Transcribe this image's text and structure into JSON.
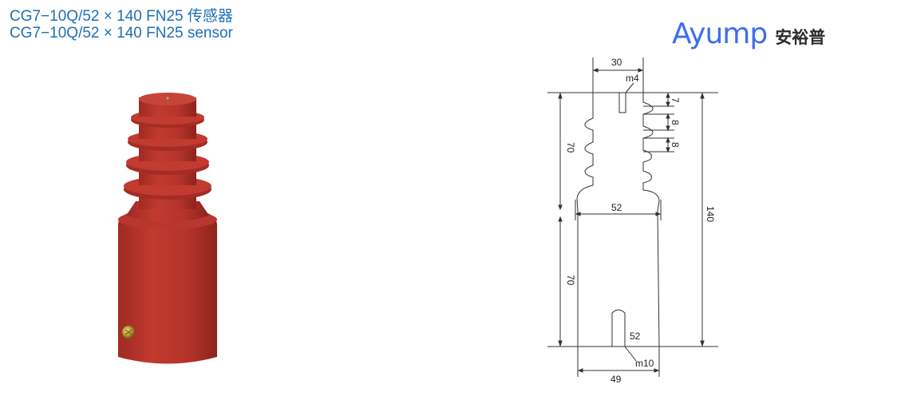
{
  "title": {
    "line_cn": "CG7−10Q/52 × 140 FN25 传感器",
    "line_en": "CG7−10Q/52 × 140 FN25 sensor"
  },
  "logo": {
    "brand_en": "Ayump",
    "brand_cn": "安裕普",
    "color": "#3d6ef0"
  },
  "photo": {
    "subject": "red epoxy resin sensor insulator with four sheds and brass terminal",
    "body_color": "#b5332b"
  },
  "drawing": {
    "dims": {
      "top_width": "30",
      "top_thread": "m4",
      "first_shed_offset": "7",
      "shed_pitch_1": "8",
      "shed_pitch_2": "8",
      "upper_height": "70",
      "lower_height": "70",
      "total_height": "140",
      "mid_width": "52",
      "bottom_inner": "52",
      "bottom_thread": "m10",
      "bottom_width": "49"
    }
  }
}
